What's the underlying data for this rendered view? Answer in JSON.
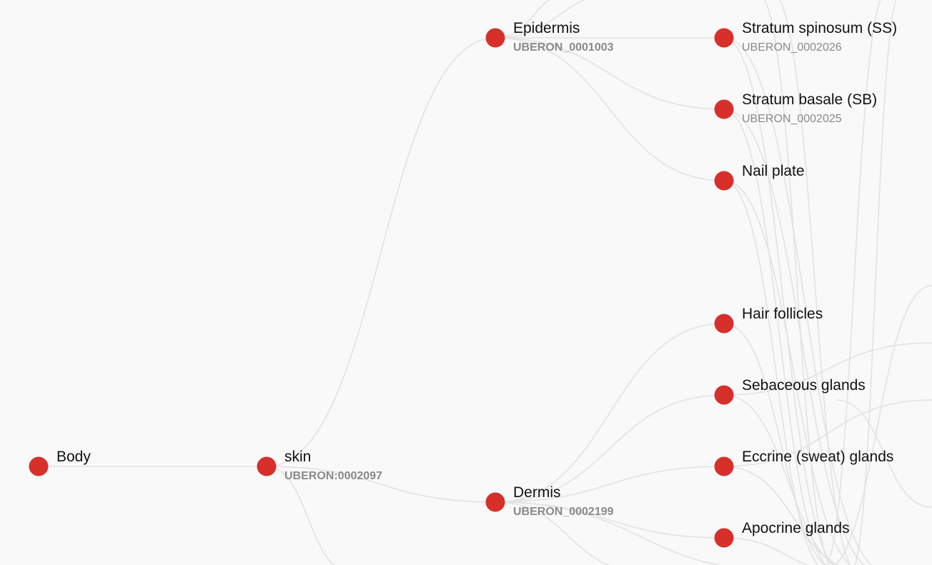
{
  "colors": {
    "background": "#f9f9f9",
    "node": "#d7302a",
    "edge": "#e2e2e2",
    "label": "#111111",
    "identifier": "#8a8a8a"
  },
  "nodes": [
    {
      "key": "body",
      "label": "Body",
      "id": "",
      "id_style": "normal"
    },
    {
      "key": "skin",
      "label": "skin",
      "id": "UBERON:0002097",
      "id_style": "bold"
    },
    {
      "key": "epidermis",
      "label": "Epidermis",
      "id": "UBERON_0001003",
      "id_style": "bold"
    },
    {
      "key": "dermis",
      "label": "Dermis",
      "id": "UBERON_0002199",
      "id_style": "bold"
    },
    {
      "key": "stratum-spinosum",
      "label": "Stratum spinosum (SS)",
      "id": "UBERON_0002026",
      "id_style": "normal"
    },
    {
      "key": "stratum-basale",
      "label": "Stratum basale (SB)",
      "id": "UBERON_0002025",
      "id_style": "normal"
    },
    {
      "key": "nail-plate",
      "label": "Nail plate",
      "id": "",
      "id_style": "normal"
    },
    {
      "key": "hair-follicles",
      "label": "Hair follicles",
      "id": "",
      "id_style": "normal"
    },
    {
      "key": "sebaceous-glands",
      "label": "Sebaceous glands",
      "id": "",
      "id_style": "normal"
    },
    {
      "key": "eccrine-glands",
      "label": "Eccrine (sweat) glands",
      "id": "",
      "id_style": "normal"
    },
    {
      "key": "apocrine-glands",
      "label": "Apocrine glands",
      "id": "",
      "id_style": "normal"
    }
  ],
  "edges": [
    {
      "from": "body",
      "to": "skin"
    },
    {
      "from": "skin",
      "to": "epidermis"
    },
    {
      "from": "skin",
      "to": "dermis"
    },
    {
      "from": "epidermis",
      "to": "stratum-spinosum"
    },
    {
      "from": "epidermis",
      "to": "stratum-basale"
    },
    {
      "from": "epidermis",
      "to": "nail-plate"
    },
    {
      "from": "dermis",
      "to": "hair-follicles"
    },
    {
      "from": "dermis",
      "to": "sebaceous-glands"
    },
    {
      "from": "dermis",
      "to": "eccrine-glands"
    },
    {
      "from": "dermis",
      "to": "apocrine-glands"
    }
  ]
}
